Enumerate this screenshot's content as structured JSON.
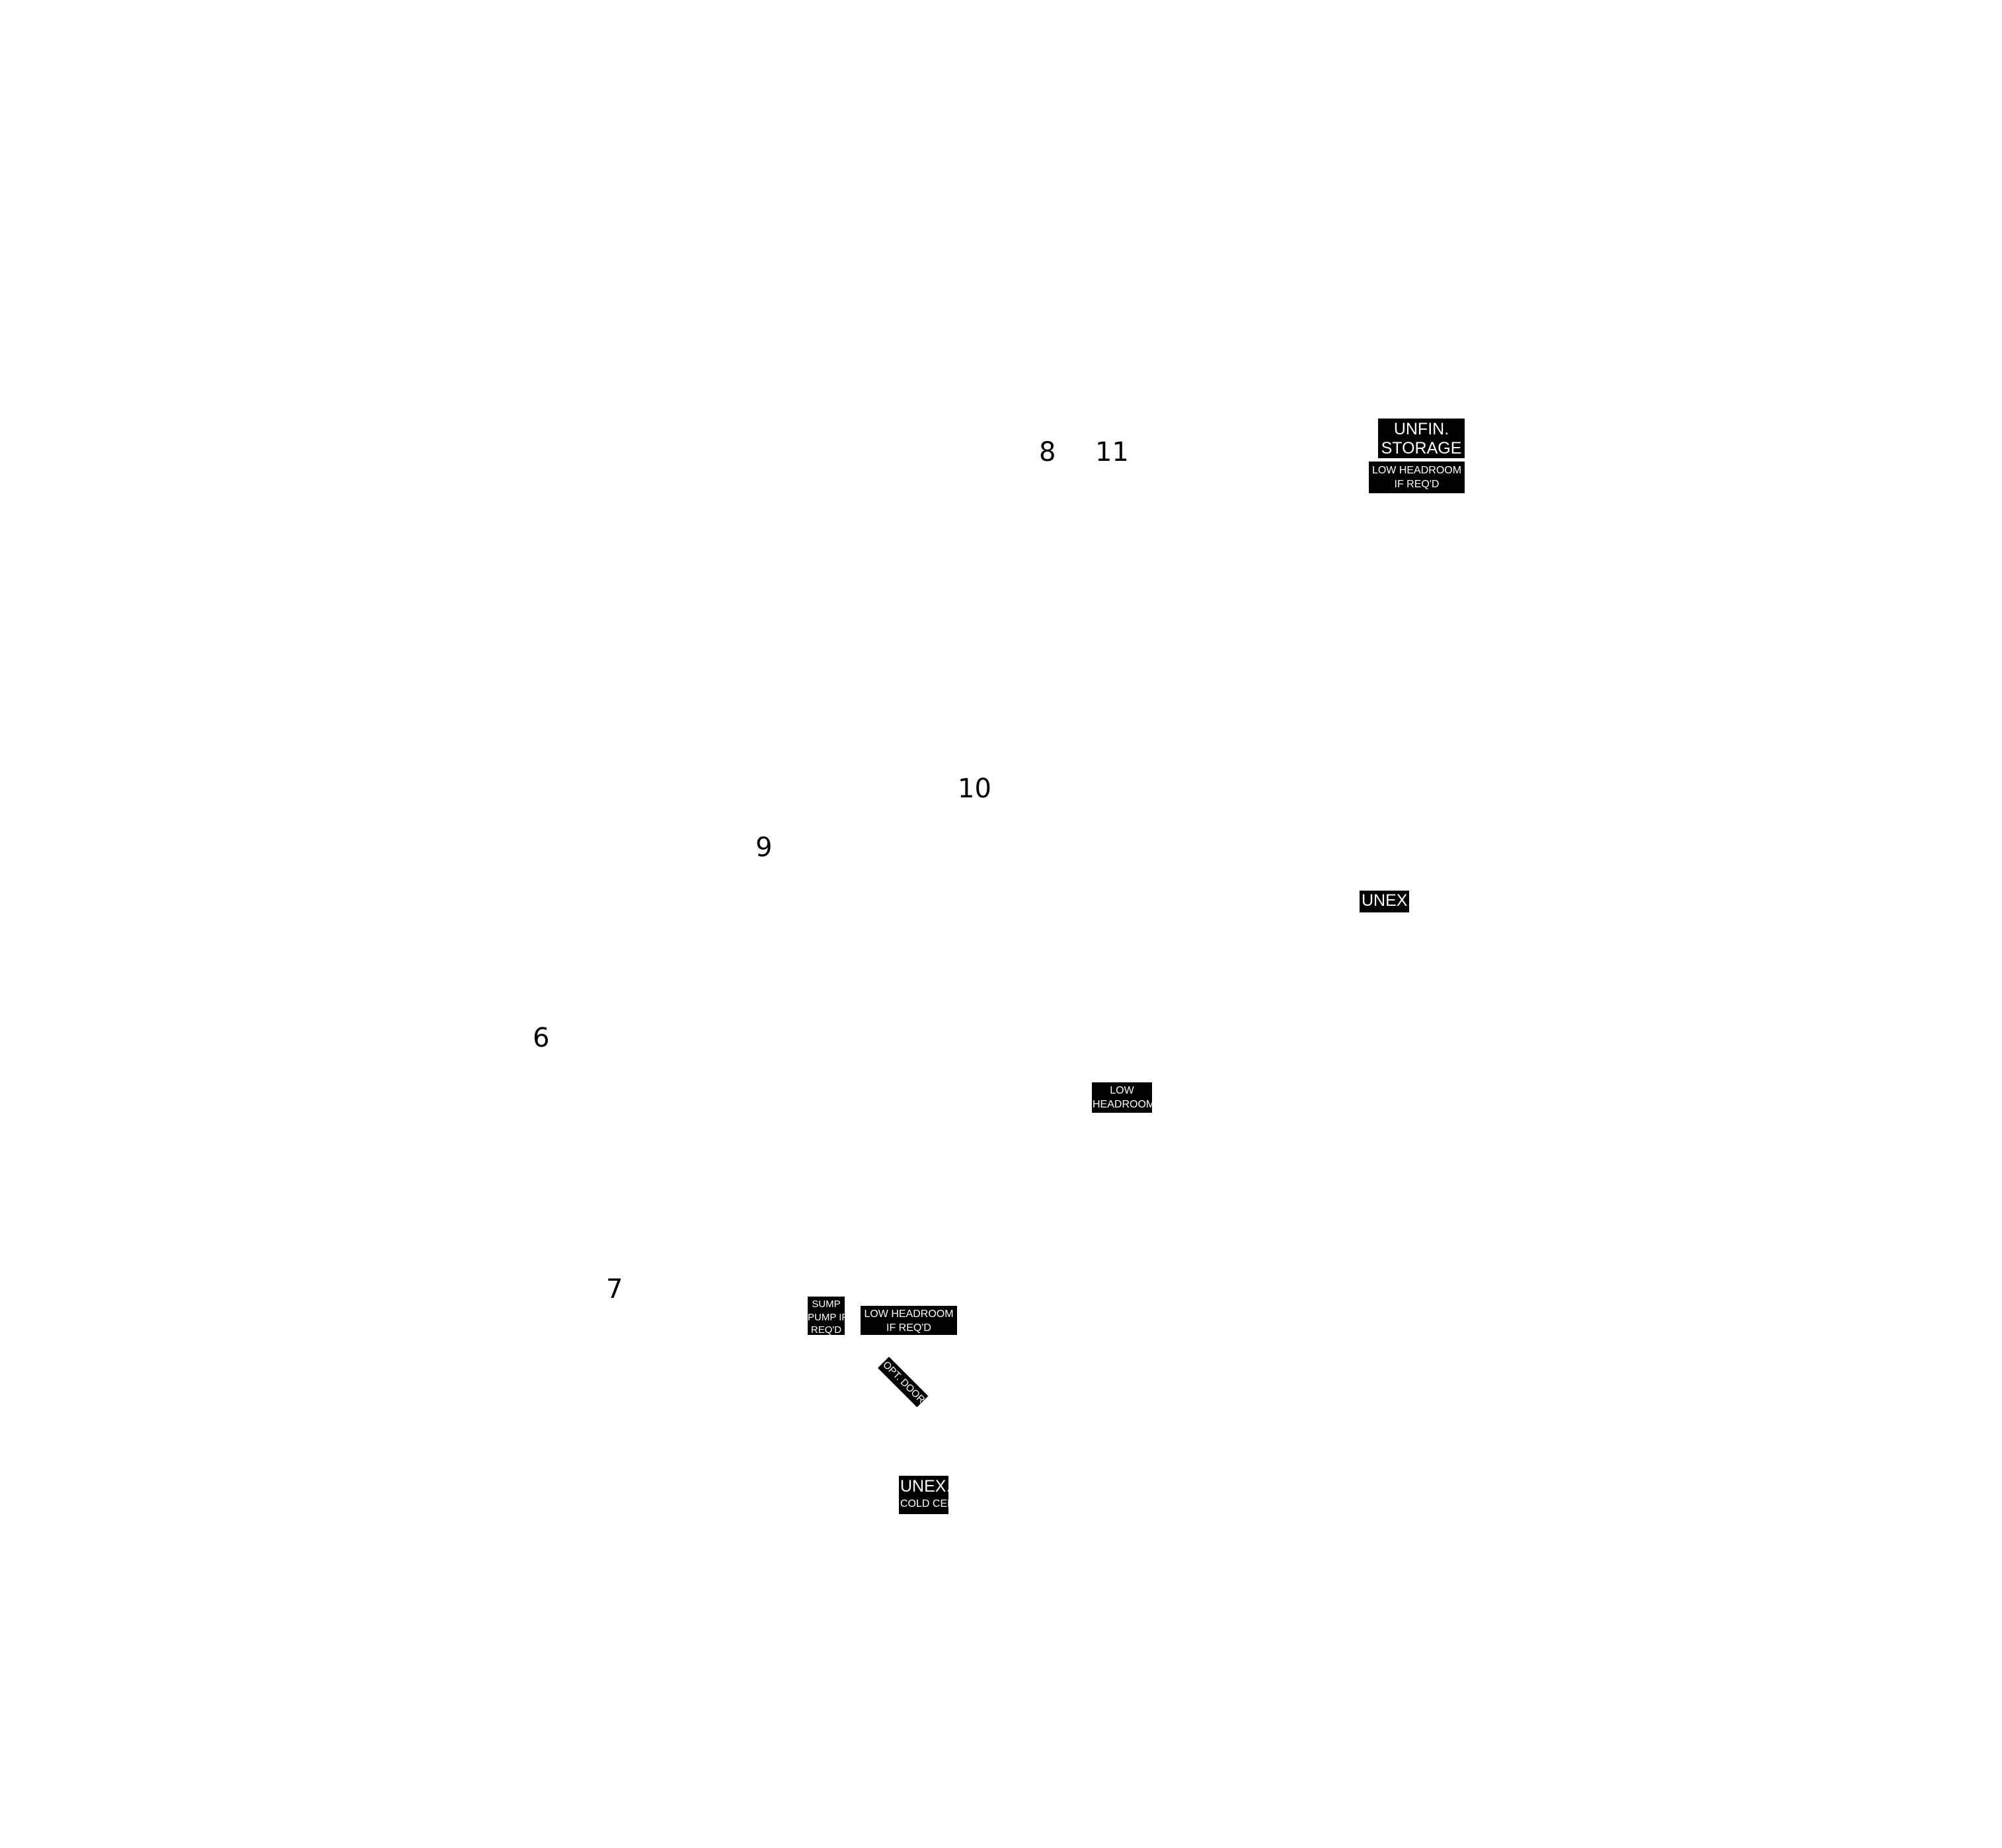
{
  "rooms": {
    "n8": "8",
    "n11": "11",
    "n10": "10",
    "n9": "9",
    "n6": "6",
    "n7": "7"
  },
  "labels": {
    "unfin_storage": [
      "UNFIN.",
      "STORAGE"
    ],
    "low_headroom_top": [
      "LOW HEADROOM",
      "IF REQ'D"
    ],
    "unex_right": "UNEX.",
    "low_headroom_mid": [
      "LOW",
      "HEADROOM"
    ],
    "sump_pump": [
      "SUMP",
      "PUMP IF",
      "REQ'D"
    ],
    "low_headroom_bottom": [
      "LOW HEADROOM",
      "IF REQ'D"
    ],
    "opt_door": "OPT. DOOR",
    "unex_bottom": "UNEX.",
    "cold_cellar": "COLD CELLAR"
  }
}
